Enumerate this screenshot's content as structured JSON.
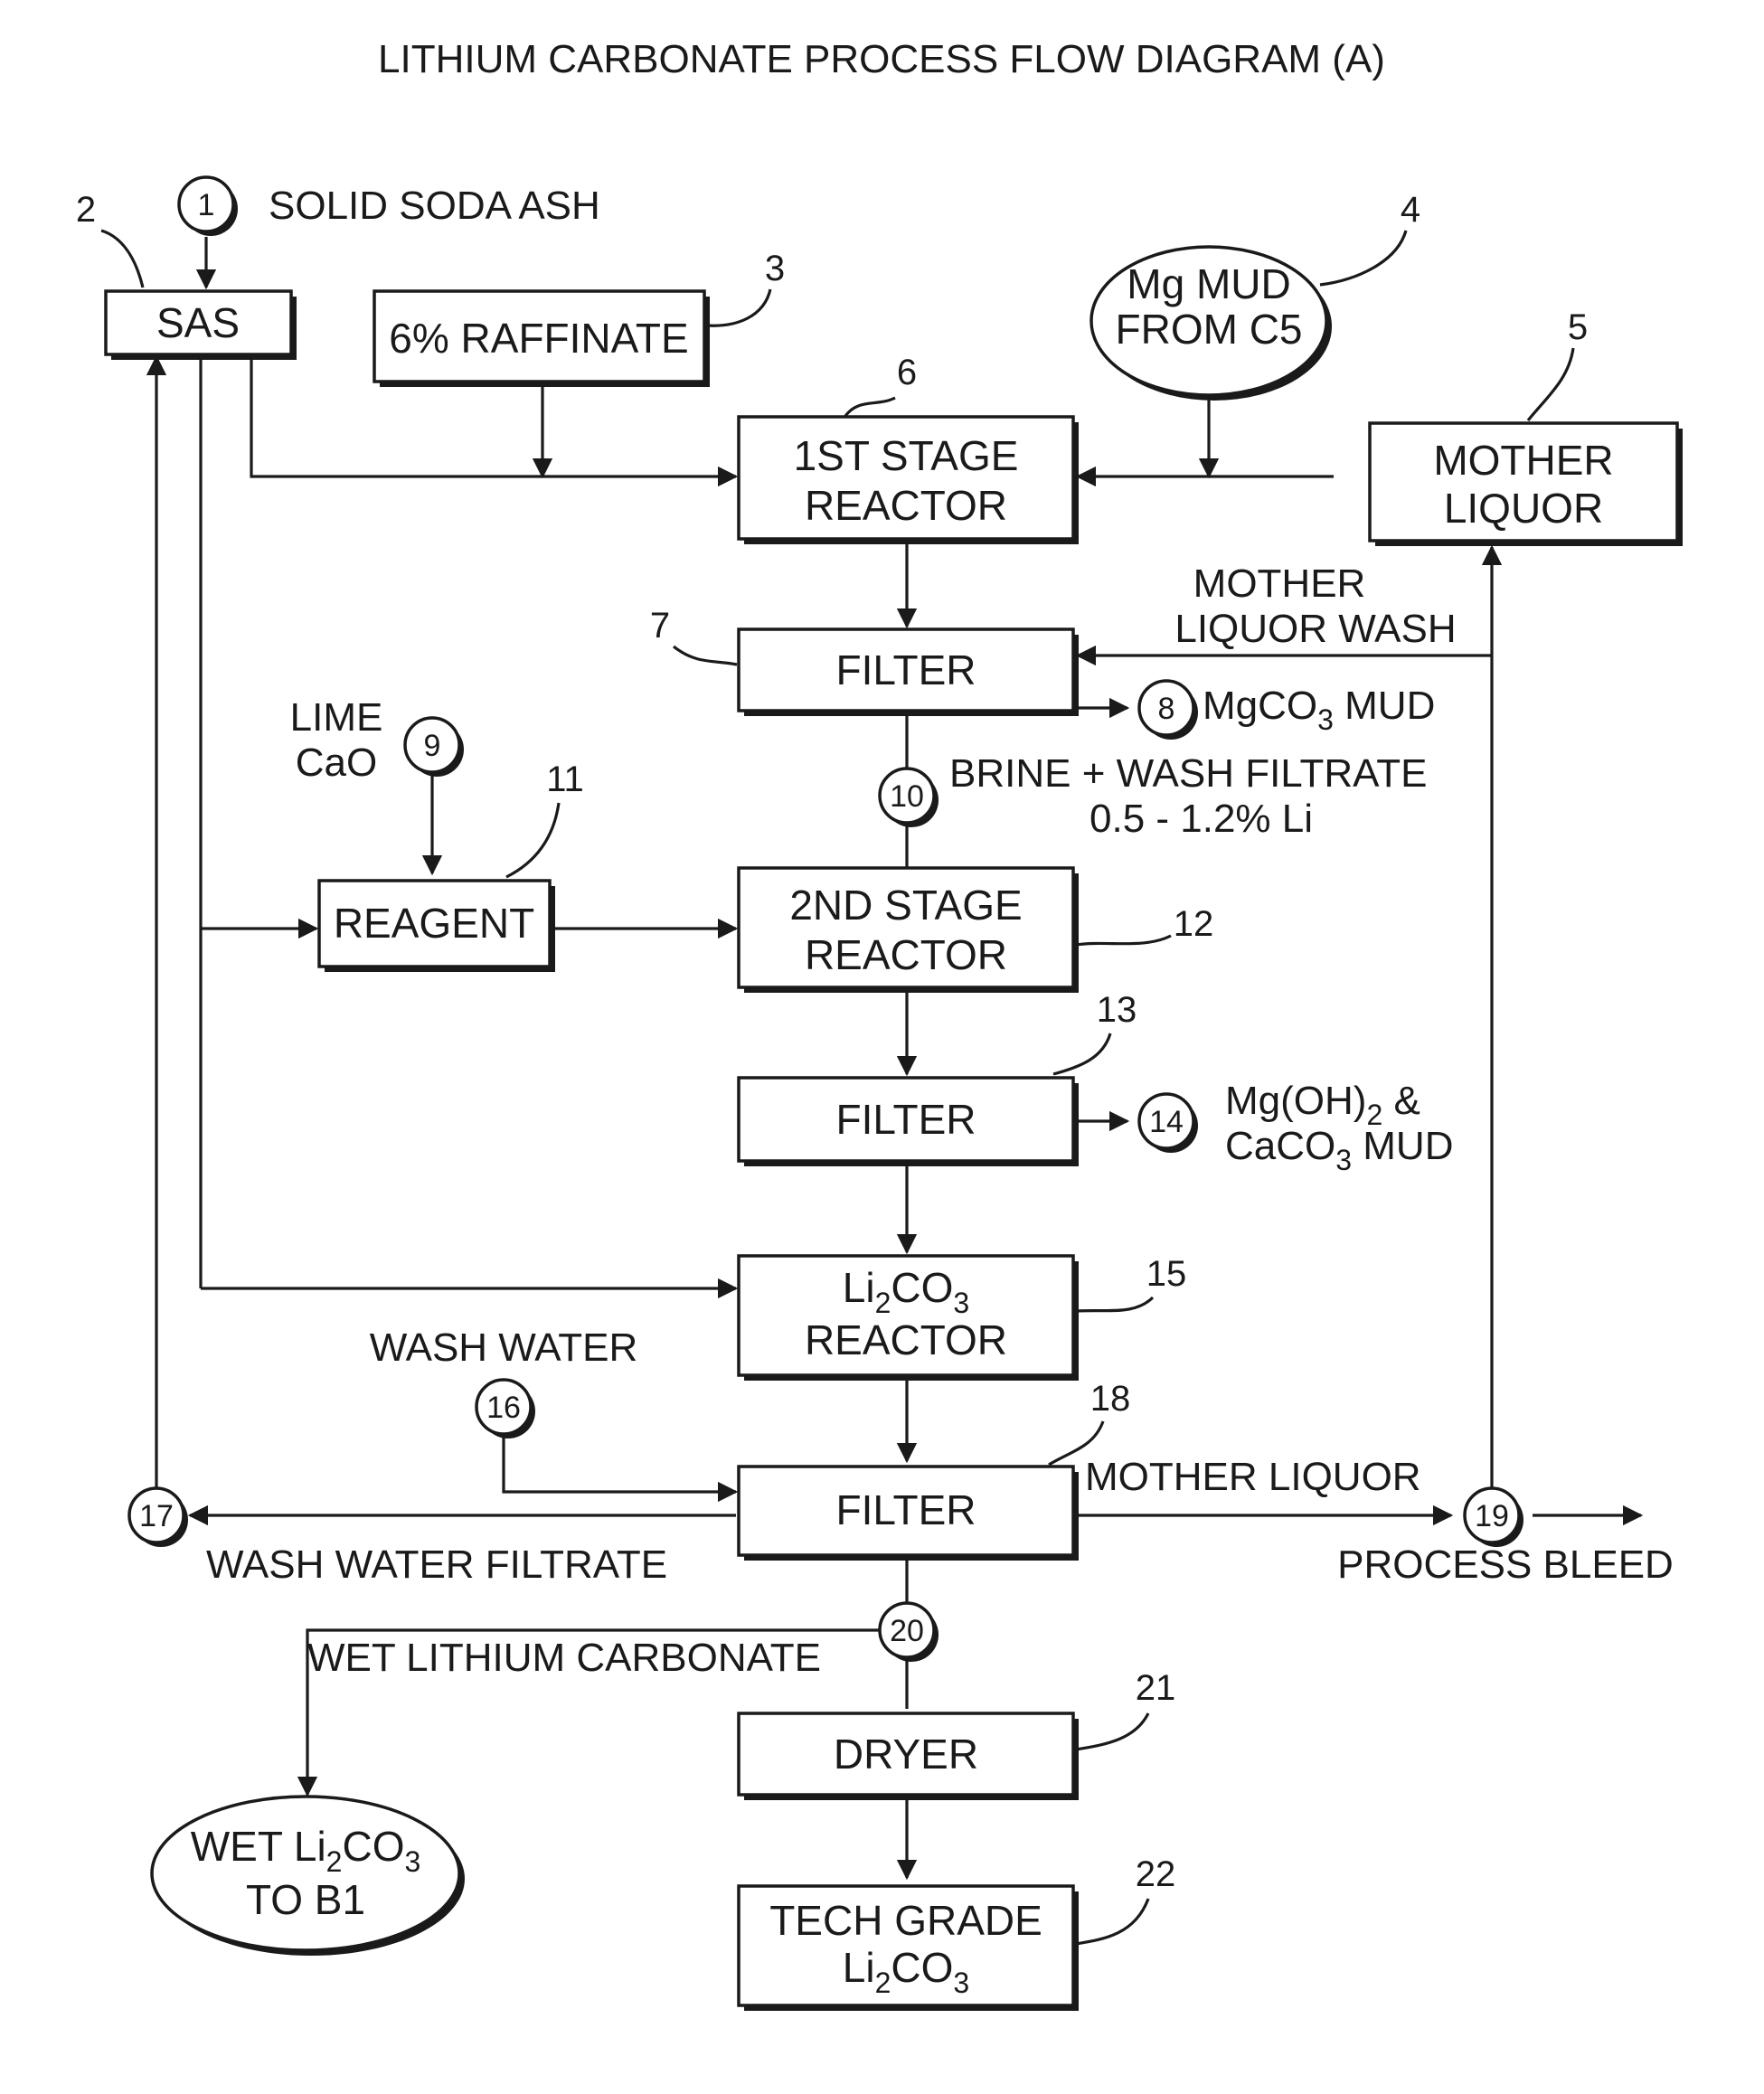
{
  "title": "LITHIUM CARBONATE PROCESS FLOW DIAGRAM (A)",
  "units": {
    "sas": "SAS",
    "raffinate": "6% RAFFINATE",
    "mg_mud": [
      "Mg MUD",
      "FROM C5"
    ],
    "mother_liquor": [
      "MOTHER",
      "LIQUOR"
    ],
    "reactor1": [
      "1ST STAGE",
      "REACTOR"
    ],
    "filter1": "FILTER",
    "reagent": "REAGENT",
    "reactor2": [
      "2ND STAGE",
      "REACTOR"
    ],
    "filter2": "FILTER",
    "li2co3_reactor": {
      "line1_pre": "Li",
      "line1_sub": "2",
      "line1_post": "CO",
      "line1_sub2": "3",
      "line2": "REACTOR"
    },
    "filter3": "FILTER",
    "dryer": "DRYER",
    "wet_li2co3": {
      "pre": "WET Li",
      "sub": "2",
      "post": "CO",
      "sub2": "3",
      "line2": "TO B1"
    },
    "tech_grade": {
      "line1": "TECH GRADE",
      "pre": "Li",
      "sub": "2",
      "post": "CO",
      "sub2": "3"
    }
  },
  "streams": {
    "s1": "1",
    "s8": "8",
    "s9": "9",
    "s10": "10",
    "s14": "14",
    "s16": "16",
    "s17": "17",
    "s19": "19",
    "s20": "20"
  },
  "refs": {
    "r2": "2",
    "r3": "3",
    "r4": "4",
    "r5": "5",
    "r6": "6",
    "r7": "7",
    "r11": "11",
    "r12": "12",
    "r13": "13",
    "r15": "15",
    "r18": "18",
    "r21": "21",
    "r22": "22"
  },
  "captions": {
    "solid_soda_ash": "SOLID SODA ASH",
    "mother_liquor_wash": [
      "MOTHER",
      "LIQUOR WASH"
    ],
    "mgco3_mud": {
      "pre": "MgCO",
      "sub": "3",
      "post": " MUD"
    },
    "lime": [
      "LIME",
      "CaO"
    ],
    "brine_wash": [
      "BRINE + WASH FILTRATE",
      "0.5 - 1.2% Li"
    ],
    "mgoh_mud": {
      "pre": "Mg(OH)",
      "sub": "2",
      "post": " &",
      "line2_pre": "CaCO",
      "line2_sub": "3",
      "line2_post": " MUD"
    },
    "wash_water": "WASH WATER",
    "wash_water_filtrate": "WASH WATER FILTRATE",
    "mother_liquor_out": "MOTHER LIQUOR",
    "process_bleed": "PROCESS BLEED",
    "wet_lithium_carbonate": "WET LITHIUM CARBONATE"
  }
}
